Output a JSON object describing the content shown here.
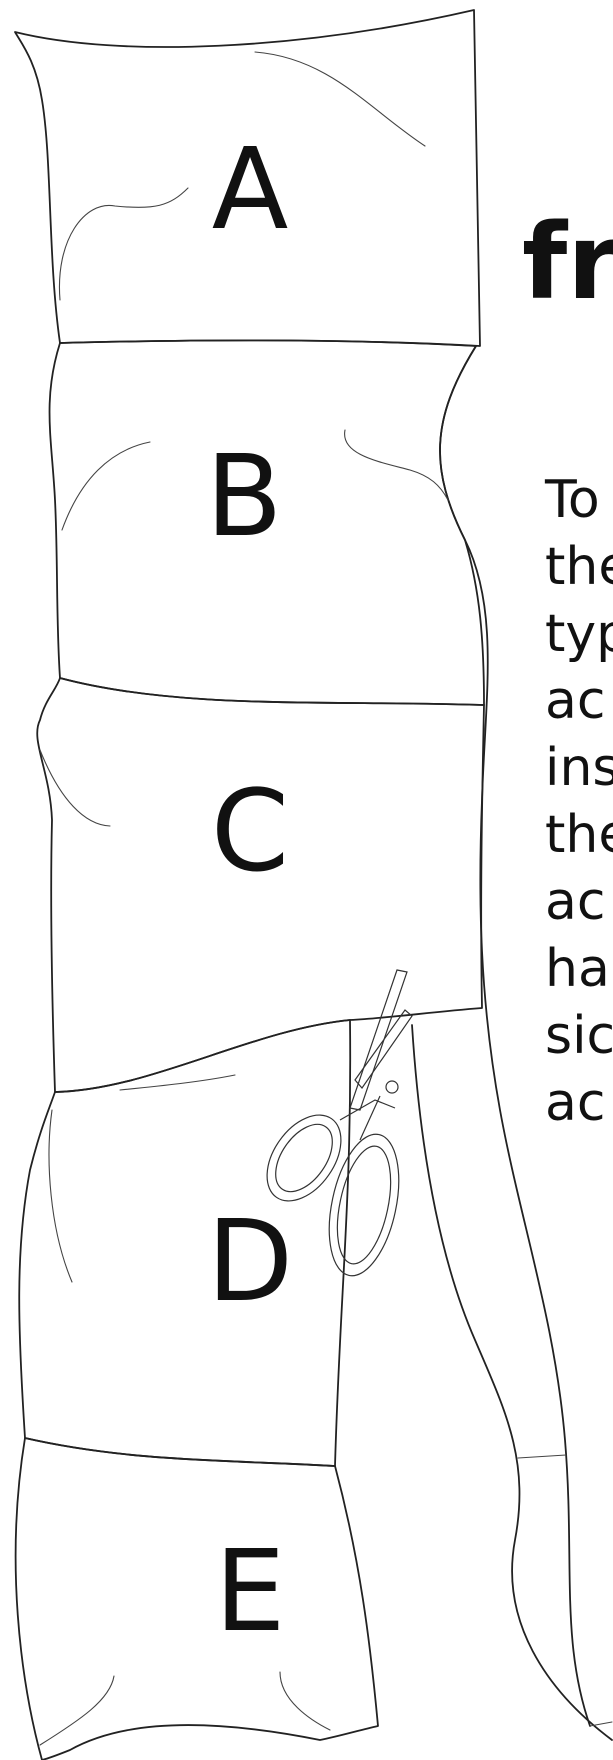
{
  "segments": [
    "A",
    "B",
    "C",
    "D",
    "E"
  ],
  "title": "fr",
  "body_lines": [
    "To",
    "the",
    "typ",
    "ac",
    "ins",
    "the",
    "ac",
    "ha",
    "sic",
    "ac"
  ],
  "tool": "scissors-icon"
}
